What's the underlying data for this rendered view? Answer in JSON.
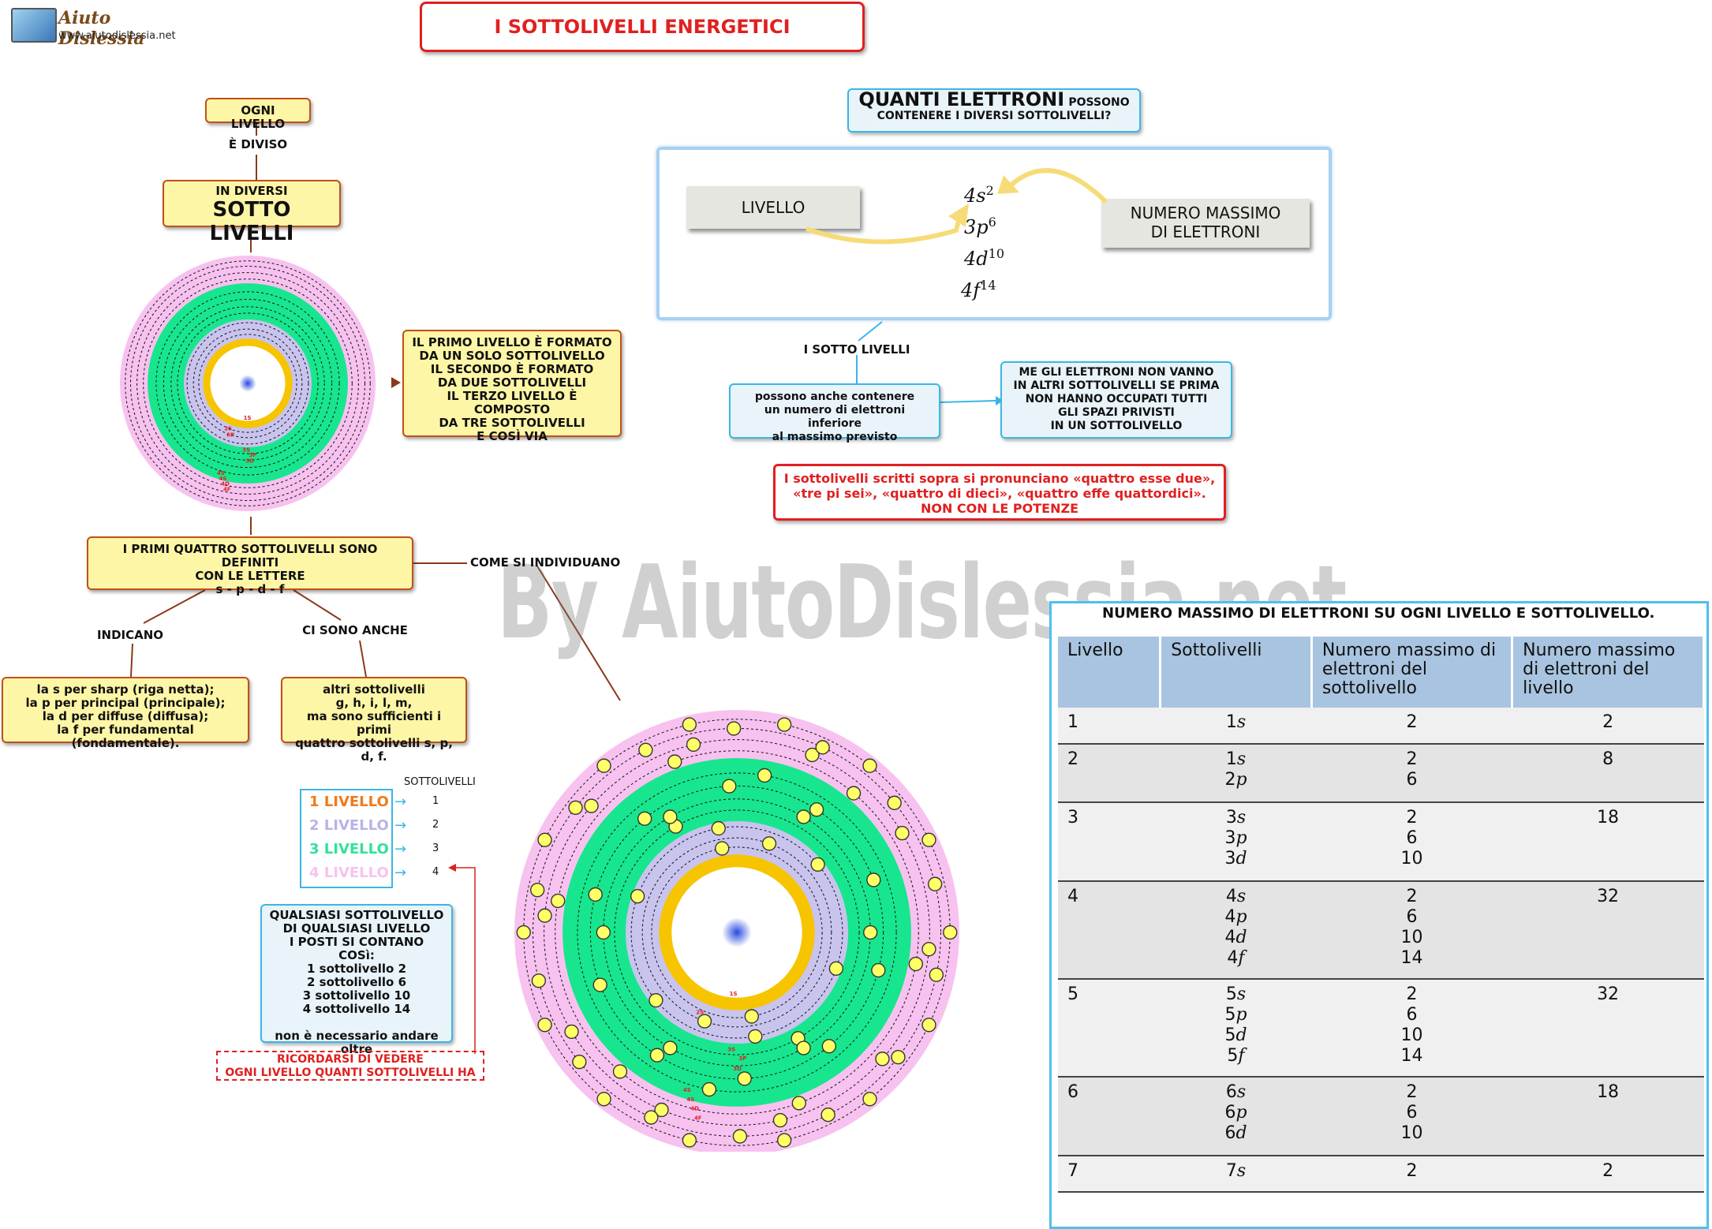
{
  "header": {
    "site_name": "Aiuto Dislessia",
    "site_url": "www.aiutodislessia.net",
    "title": "I SOTTOLIVELLI ENERGETICI",
    "watermark": "By AiutoDislessia.net"
  },
  "left_map": {
    "ogni_livello": "OGNI LIVELLO",
    "e_diviso": "È DIVISO",
    "in_diversi": "IN DIVERSI",
    "sotto_livelli": "SOTTO LIVELLI",
    "primo_livello_lines": [
      "IL PRIMO LIVELLO È FORMATO",
      "DA UN SOLO SOTTOLIVELLO",
      "IL SECONDO È FORMATO",
      "DA DUE SOTTOLIVELLI",
      "IL TERZO LIVELLO È COMPOSTO",
      "DA TRE SOTTOLIVELLI",
      "E COSÌ VIA"
    ],
    "primi_quattro_lines": [
      "I PRIMI QUATTRO SOTTOLIVELLI SONO DEFINITI",
      "CON LE LETTERE",
      "s  -  p  -  d  -  f"
    ],
    "come_si_individuano": "COME SI INDIVIDUANO",
    "indicano": "INDICANO",
    "ci_sono_anche": "CI SONO ANCHE",
    "indicano_lines": [
      "la s per sharp (riga netta);",
      "la p per principal (principale);",
      "la d per diffuse (diffusa);",
      "la f per fundamental (fondamentale)."
    ],
    "altri_lines": [
      "altri sottolivelli",
      "g, h, i, l, m,",
      "ma sono sufficienti i primi",
      "quattro sottolivelli s, p, d, f."
    ]
  },
  "legend": {
    "header": "SOTTOLIVELLI",
    "rows": [
      {
        "label": "1 LIVELLO",
        "count": "1",
        "color": "#f07a1a"
      },
      {
        "label": "2 LIVELLO",
        "count": "2",
        "color": "#b7b3e8"
      },
      {
        "label": "3 LIVELLO",
        "count": "3",
        "color": "#30e29a"
      },
      {
        "label": "4 LIVELLO",
        "count": "4",
        "color": "#f7c2ef"
      }
    ]
  },
  "counting_box": {
    "lines": [
      "QUALSIASI SOTTOLIVELLO",
      "DI QUALSIASI LIVELLO",
      "I POSTI SI CONTANO",
      "COSì:",
      "1 sottolivello 2",
      "2 sottolivello 6",
      "3 sottolivello 10",
      "4 sottolivello 14",
      "",
      "non è necessario andare oltre"
    ]
  },
  "reminder_lines": [
    "RICORDARSI DI VEDERE",
    "OGNI LIVELLO QUANTI SOTTOLIVELLI HA"
  ],
  "atom": {
    "colors": {
      "pink": "#f7c2ef",
      "green": "#17e68e",
      "lavender": "#c8c4ee",
      "gold": "#f7c400",
      "electron": "#ffff66"
    },
    "labels": [
      "1S",
      "2S",
      "6P",
      "3S",
      "3P",
      "3D",
      "4S",
      "4S",
      "4D",
      "4F"
    ]
  },
  "electrons_box": {
    "title_big": "QUANTI ELETTRONI",
    "title_small": "POSSONO",
    "subtitle": "CONTENERE I DIVERSI SOTTOLIVELLI?",
    "livello": "LIVELLO",
    "numero_massimo_lines": [
      "NUMERO MASSIMO",
      "DI ELETTRONI"
    ],
    "examples": [
      {
        "base": "4s",
        "exp": "2"
      },
      {
        "base": "3p",
        "exp": "6"
      },
      {
        "base": "4d",
        "exp": "10"
      },
      {
        "base": "4f",
        "exp": "14"
      }
    ]
  },
  "sottolivelli_notes": {
    "label": "I SOTTO LIVELLI",
    "possono_lines": [
      "possono anche contenere",
      "un numero di elettroni inferiore",
      "al massimo previsto"
    ],
    "me_lines": [
      "ME GLI ELETTRONI NON VANNO",
      "IN ALTRI SOTTOLIVELLI SE PRIMA",
      "NON HANNO OCCUPATI TUTTI",
      "GLI SPAZI PRIVISTI",
      "IN UN SOTTOLIVELLO"
    ],
    "pronuncia_lines": [
      "I sottolivelli scritti sopra si pronunciano «quattro esse due»,",
      "«tre pi sei», «quattro di dieci», «quattro effe quattordici».",
      "NON CON LE POTENZE"
    ]
  },
  "table": {
    "title": "NUMERO MASSIMO DI ELETTRONI SU OGNI LIVELLO E SOTTOLIVELLO.",
    "headers": [
      "Livello",
      "Sottolivelli",
      "Numero massimo di elettroni del sottolivello",
      "Numero massimo di elettroni del livello"
    ],
    "rows": [
      {
        "livello": "1",
        "sotto": [
          "1s"
        ],
        "max_sotto": [
          "2"
        ],
        "max_livello": "2"
      },
      {
        "livello": "2",
        "sotto": [
          "1s",
          "2p"
        ],
        "max_sotto": [
          "2",
          "6"
        ],
        "max_livello": "8"
      },
      {
        "livello": "3",
        "sotto": [
          "3s",
          "3p",
          "3d"
        ],
        "max_sotto": [
          "2",
          "6",
          "10"
        ],
        "max_livello": "18"
      },
      {
        "livello": "4",
        "sotto": [
          "4s",
          "4p",
          "4d",
          "4f"
        ],
        "max_sotto": [
          "2",
          "6",
          "10",
          "14"
        ],
        "max_livello": "32"
      },
      {
        "livello": "5",
        "sotto": [
          "5s",
          "5p",
          "5d",
          "5f"
        ],
        "max_sotto": [
          "2",
          "6",
          "10",
          "14"
        ],
        "max_livello": "32"
      },
      {
        "livello": "6",
        "sotto": [
          "6s",
          "6p",
          "6d"
        ],
        "max_sotto": [
          "2",
          "6",
          "10"
        ],
        "max_livello": "18"
      },
      {
        "livello": "7",
        "sotto": [
          "7s"
        ],
        "max_sotto": [
          "2"
        ],
        "max_livello": "2"
      }
    ]
  }
}
